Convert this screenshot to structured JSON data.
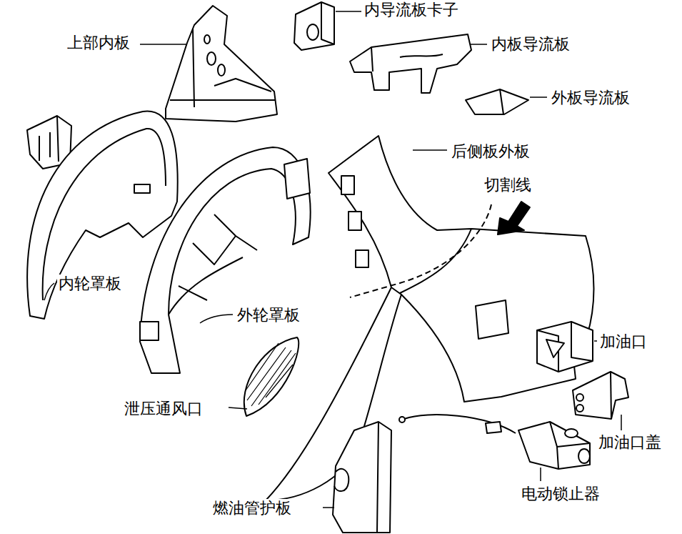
{
  "diagram": {
    "labels": [
      "内导流板卡子",
      "上部内板",
      "内板导流板",
      "外板导流板",
      "后侧板外板",
      "切割线",
      "内轮罩板",
      "外轮罩板",
      "加油口",
      "泄压通风口",
      "加油口盖",
      "电动锁止器",
      "燃油管护板"
    ]
  }
}
